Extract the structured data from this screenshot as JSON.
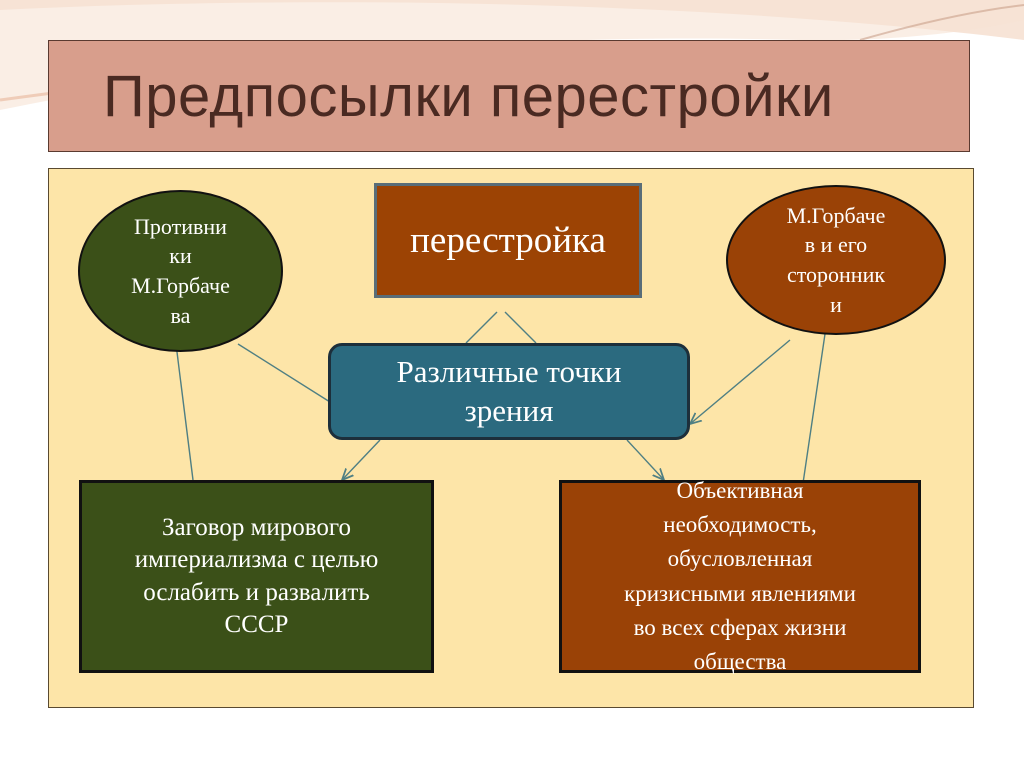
{
  "title": "Предпосылки перестройки",
  "nodes": {
    "center_top": "перестройка",
    "middle": "Различные точки\nзрения",
    "ellipse_left": "Противни\nки\nМ.Горбаче\nва",
    "ellipse_right": "М.Горбаче\nв и его\nсторонник\nи",
    "box_left": "Заговор мирового\nимпериализма с целью\nослабить и развалить\nСССР",
    "box_right": "Объективная\nнеобходимость,\nобусловленная\nкризисными явлениями\nво всех сферах жизни\nобщества"
  },
  "colors": {
    "title_banner": "#d89e8c",
    "panel": "#fde5a8",
    "brown": "#9a4206",
    "olive": "#3b5018",
    "teal": "#2b6a7f",
    "connector": "#4f7f83"
  }
}
